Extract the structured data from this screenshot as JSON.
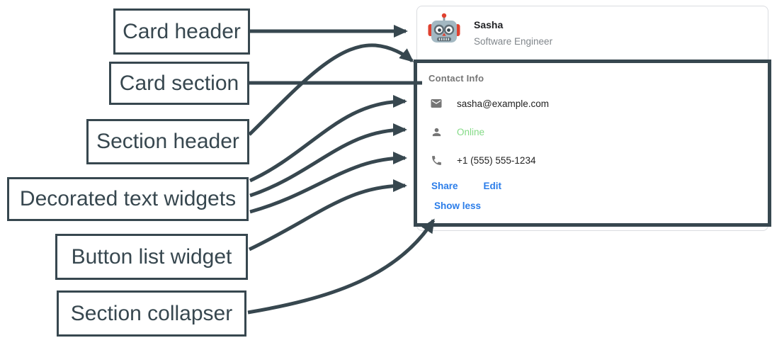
{
  "annotations": {
    "labels": [
      {
        "id": "card-header",
        "text": "Card header"
      },
      {
        "id": "card-section",
        "text": "Card section"
      },
      {
        "id": "section-header",
        "text": "Section header"
      },
      {
        "id": "decorated-text-widgets",
        "text": "Decorated text widgets"
      },
      {
        "id": "button-list-widget",
        "text": "Button list widget"
      },
      {
        "id": "section-collapser",
        "text": "Section collapser"
      }
    ],
    "arrow_color": "#37474f"
  },
  "card": {
    "header": {
      "avatar_icon": "robot-avatar-icon",
      "name": "Sasha",
      "subtitle": "Software Engineer"
    },
    "section": {
      "title": "Contact Info",
      "rows": [
        {
          "icon": "email-icon",
          "text": "sasha@example.com"
        },
        {
          "icon": "person-icon",
          "text": "Online"
        },
        {
          "icon": "phone-icon",
          "text": "+1 (555) 555-1234"
        }
      ],
      "buttons": [
        {
          "label": "Share"
        },
        {
          "label": "Edit"
        }
      ],
      "collapser_label": "Show less"
    }
  },
  "colors": {
    "annotation_slate": "#37474f",
    "card_border": "#dadce0",
    "muted_text": "#80868b",
    "primary_text": "#212121",
    "online_green": "#84da86",
    "action_blue": "#2b7de9",
    "icon_gray": "#757575"
  }
}
